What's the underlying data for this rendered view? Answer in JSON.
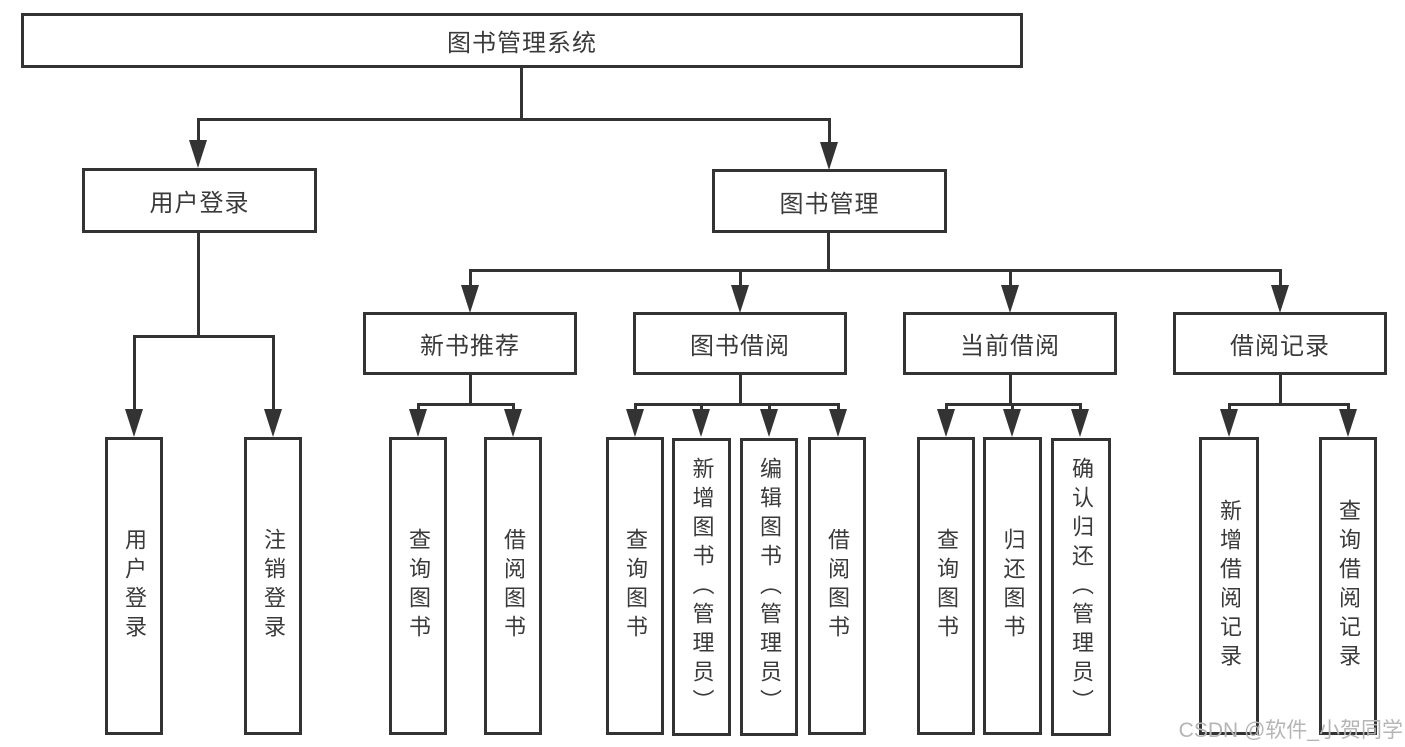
{
  "nodes": {
    "root": "图书管理系统",
    "user_login": "用户登录",
    "book_mgmt": "图书管理",
    "new_book": "新书推荐",
    "book_borrow": "图书借阅",
    "current_borrow": "当前借阅",
    "borrow_record": "借阅记录"
  },
  "leaves": {
    "user_login": [
      "用户登录",
      "注销登录"
    ],
    "new_book": [
      "查询图书",
      "借阅图书"
    ],
    "book_borrow": [
      "查询图书",
      "新增图书（管理员）",
      "编辑图书（管理员）",
      "借阅图书"
    ],
    "current_borrow": [
      "查询图书",
      "归还图书",
      "确认归还（管理员）"
    ],
    "borrow_record": [
      "新增借阅记录",
      "查询借阅记录"
    ]
  },
  "watermark": "CSDN @软件_小贺同学",
  "colors": {
    "line": "#333333",
    "box_background": "#ffffff",
    "text": "#3a3a3a",
    "watermark": "#b5b5b5"
  }
}
